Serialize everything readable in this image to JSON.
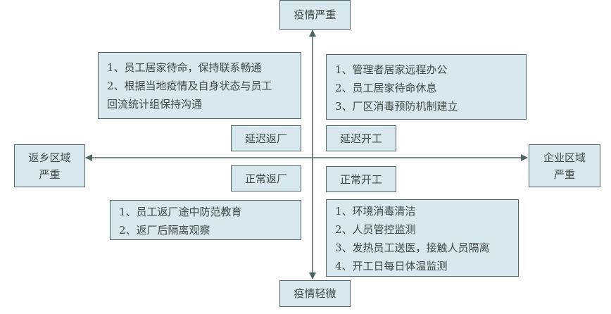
{
  "axes": {
    "top": "疫情严重",
    "bottom": "疫情轻微",
    "left": [
      "返乡区域",
      "严重"
    ],
    "right": [
      "企业区域",
      "严重"
    ]
  },
  "labels": {
    "delay_return": "延迟返厂",
    "delay_work": "延迟开工",
    "normal_return": "正常返厂",
    "normal_work": "正常开工"
  },
  "quadrants": {
    "top_left": [
      "1、员工居家待命，保持联系畅通",
      "2、根据当地疫情及自身状态与员工",
      "回流统计组保持沟通"
    ],
    "top_right": [
      "1、管理者居家远程办公",
      "2、员工居家待命休息",
      "3、厂区消毒预防机制建立"
    ],
    "bottom_left": [
      "1、员工返厂途中防范教育",
      "2、返厂后隔离观察"
    ],
    "bottom_right": [
      "1、环境消毒清洁",
      "2、人员管控监测",
      "3、发热员工送医，接触人员隔离",
      "4、开工日每日体温监测"
    ]
  },
  "colors": {
    "fill": "#d7e9ef",
    "stroke": "#4f6764"
  }
}
